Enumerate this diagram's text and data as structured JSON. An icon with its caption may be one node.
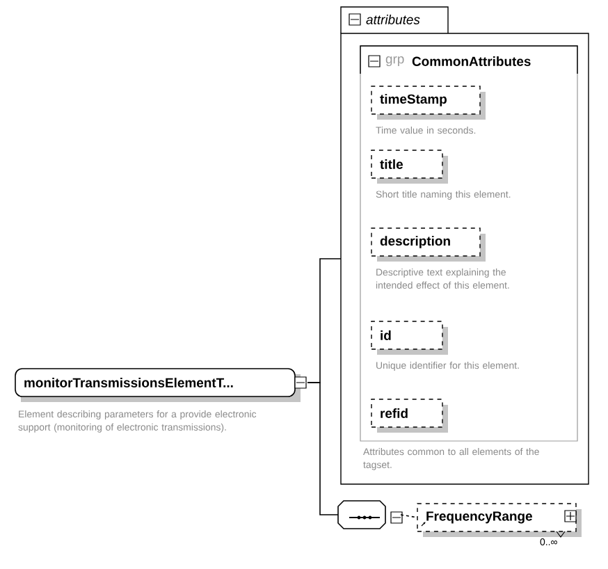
{
  "diagram": {
    "nodes": [
      {
        "text": [
          "monitorTransmissionsElementT..."
        ],
        "beside": [
          "Element describing parameters for a provide electronic support (monitoring of electronic transmissions)."
        ]
      },
      {
        "text": [
          "attributes"
        ]
      },
      {
        "text": [
          "grp",
          "CommonAttributes"
        ],
        "in": 1,
        "beside": [
          "Attributes common to all elements of the tagset."
        ]
      },
      {
        "text": [
          "timeStamp"
        ],
        "in": 2,
        "beside": [
          "Time value in seconds."
        ]
      },
      {
        "text": [
          "title"
        ],
        "in": 2,
        "beside": [
          "Short title naming this element."
        ]
      },
      {
        "text": [
          "description"
        ],
        "in": 2,
        "beside": [
          "Descriptive text explaining the intended effect of this element."
        ]
      },
      {
        "text": [
          "id"
        ],
        "in": 2,
        "beside": [
          "Unique identifier for this element."
        ]
      },
      {
        "text": [
          "refid"
        ],
        "in": 2
      },
      {
        "text": [],
        "shape": "octagon"
      },
      {
        "text": [
          "FrequencyRange"
        ],
        "beside": [
          "0..∞"
        ]
      }
    ],
    "edges": [
      {
        "from": 0,
        "to": 1,
        "arrow": "none"
      },
      {
        "from": 0,
        "to": 8,
        "arrow": "none"
      },
      {
        "from": 8,
        "to": 9,
        "arrow": "none",
        "style": "dashed"
      }
    ]
  }
}
